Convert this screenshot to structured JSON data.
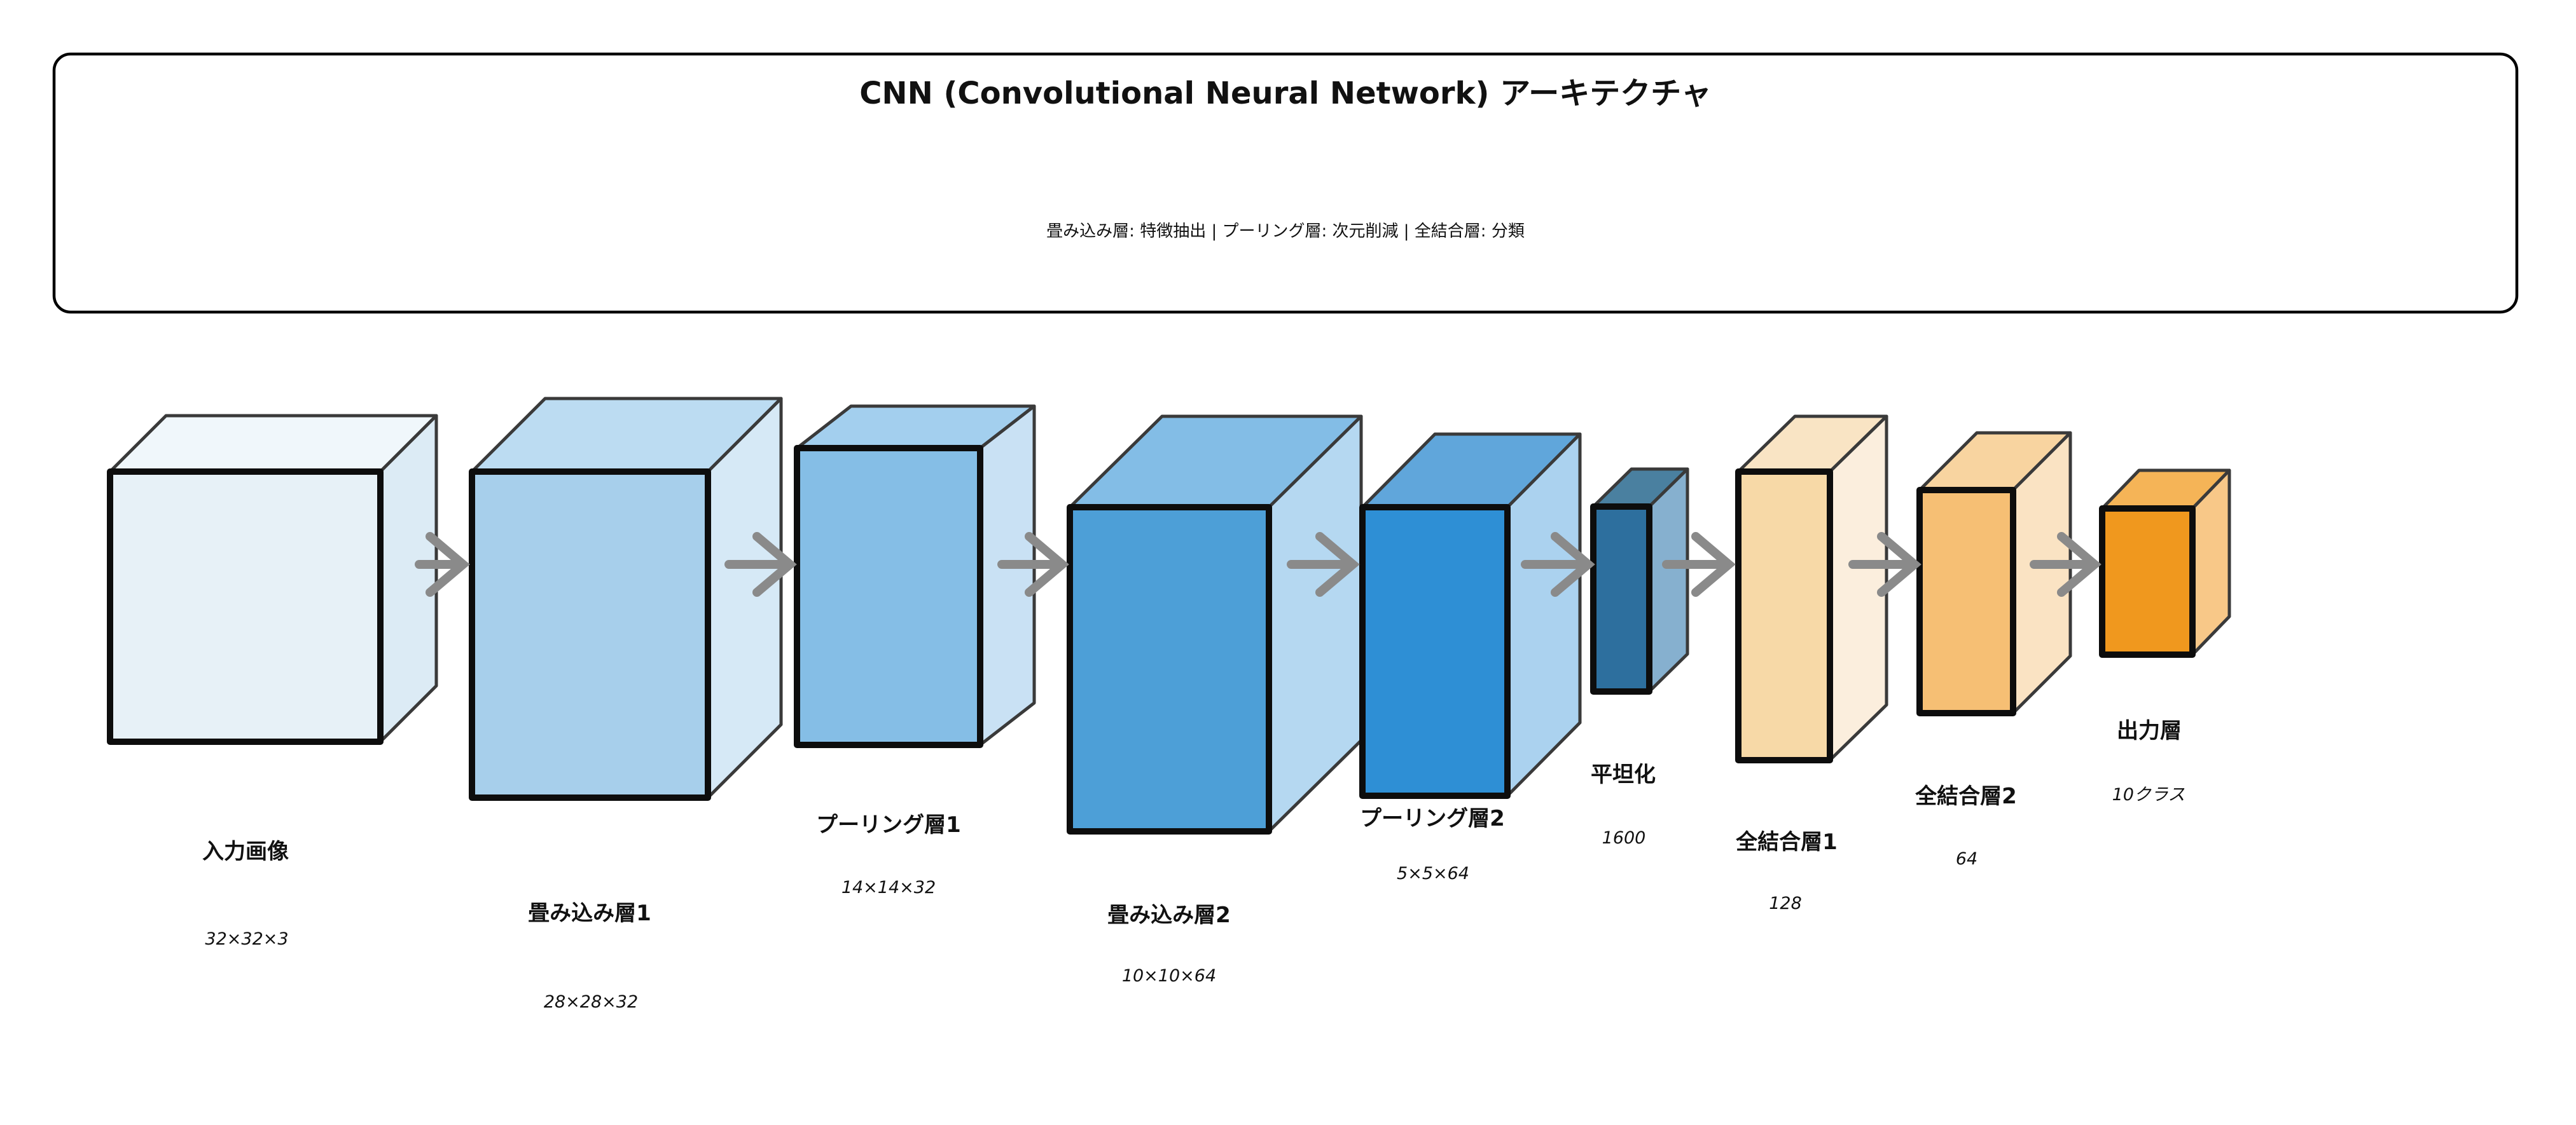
{
  "header": {
    "title": "CNN (Convolutional Neural Network) アーキテクチャ",
    "subtitle": "畳み込み層: 特徴抽出  |  プーリング層: 次元削減  |  全結合層: 分類"
  },
  "colors": {
    "background": "#ffffff",
    "edge_front": "#0d0d0d",
    "edge_back": "#3a3a3a",
    "arrow": "#8a8a8a",
    "text": "#111111",
    "header_border": "#000000"
  },
  "layers": [
    {
      "name": "input",
      "label": "入力画像",
      "dims": "32×32×3",
      "front": "#e7f1f7",
      "top": "#f0f7fb",
      "side": "#dcebf5"
    },
    {
      "name": "conv1",
      "label": "畳み込み層1",
      "dims": "28×28×32",
      "front": "#a7cfeb",
      "top": "#bcdcf2",
      "side": "#d6e9f6"
    },
    {
      "name": "pool1",
      "label": "プーリング層1",
      "dims": "14×14×32",
      "front": "#85bee6",
      "top": "#a3cfee",
      "side": "#c9e1f4"
    },
    {
      "name": "conv2",
      "label": "畳み込み層2",
      "dims": "10×10×64",
      "front": "#4d9fd7",
      "top": "#83bde6",
      "side": "#b5d8f1"
    },
    {
      "name": "pool2",
      "label": "プーリング層2",
      "dims": "5×5×64",
      "front": "#2e8fd5",
      "top": "#60a6db",
      "side": "#abd2ef"
    },
    {
      "name": "flatten",
      "label": "平坦化",
      "dims": "1600",
      "front": "#2d6f9e",
      "top": "#4a80a0",
      "side": "#86b0cf"
    },
    {
      "name": "fc1",
      "label": "全結合層1",
      "dims": "128",
      "front": "#f7d9a7",
      "top": "#f9e4c4",
      "side": "#fbeedd"
    },
    {
      "name": "fc2",
      "label": "全結合層2",
      "dims": "64",
      "front": "#f6bf74",
      "top": "#f8d4a0",
      "side": "#fae3c3"
    },
    {
      "name": "output",
      "label": "出力層",
      "dims": "10クラス",
      "front": "#f0981e",
      "top": "#f5b457",
      "side": "#f8c888"
    }
  ]
}
